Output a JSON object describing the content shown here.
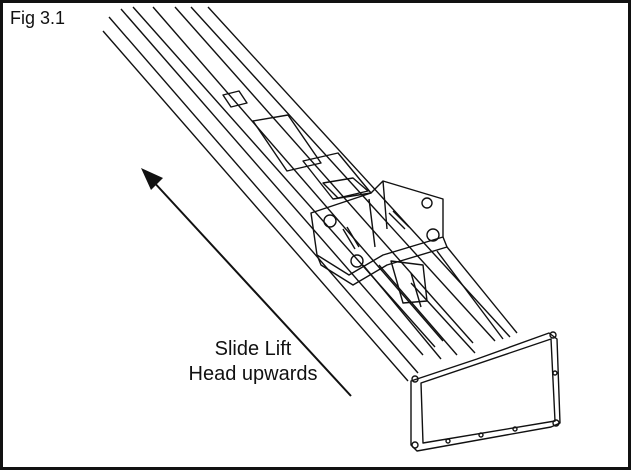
{
  "figure": {
    "label": "Fig 3.1",
    "caption_line1": "Slide Lift",
    "caption_line2": "Head upwards"
  },
  "colors": {
    "line": "#111111",
    "background": "#ffffff"
  },
  "icons": {
    "direction_arrow": "arrow-up-left-icon"
  }
}
